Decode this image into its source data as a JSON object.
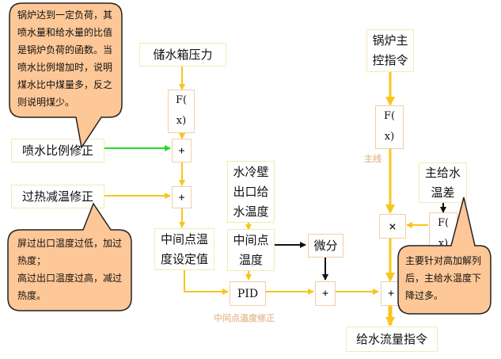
{
  "colors": {
    "flow_yellow": "#f8c51c",
    "flow_green": "#22dd22",
    "flow_black": "#111111",
    "callout_fill": "#fdc797",
    "box_border": "#f3eab0",
    "op_border": "#f0cfa4",
    "caption": "#e8c49c"
  },
  "callouts": {
    "top_left": [
      "锅炉达到一定负荷，其",
      "喷水量和给水量的比值",
      "是锅炉负荷的函数。当",
      "喷水比例增加时，说明",
      "煤水比中煤量多，反之",
      "则说明煤少。"
    ],
    "bottom_left": [
      "屏过出口温度过低，加过",
      "热度；",
      "高过出口温度过高，减过",
      "热度。"
    ],
    "right": [
      "主要针对高加解列",
      "后，主给水温度下",
      "降过多。"
    ]
  },
  "boxes": {
    "water_tank_pressure": "储水箱压力",
    "spray_ratio_correction": "喷水比例修正",
    "superheat_desuper_correction": "过热减温修正",
    "midpoint_temp_setpoint": [
      "中间点温",
      "度设定值"
    ],
    "waterwall_outlet_temp": [
      "水冷壁",
      "出口给",
      "水温度"
    ],
    "midpoint_temp": [
      "中间点",
      "温度"
    ],
    "differential": "微分",
    "boiler_master_command": [
      "锅炉主",
      "控指令"
    ],
    "main_feedwater_temp_diff": [
      "主给水",
      "温差"
    ],
    "feedwater_flow_command": "给水流量指令",
    "pid": "PID"
  },
  "operators": {
    "fx_line1": "F(",
    "fx_line2": "x)",
    "plus": "+",
    "multiply": "×"
  },
  "captions": {
    "main_line": "主线",
    "midpoint_temp_correction": "中间点温度修正"
  }
}
